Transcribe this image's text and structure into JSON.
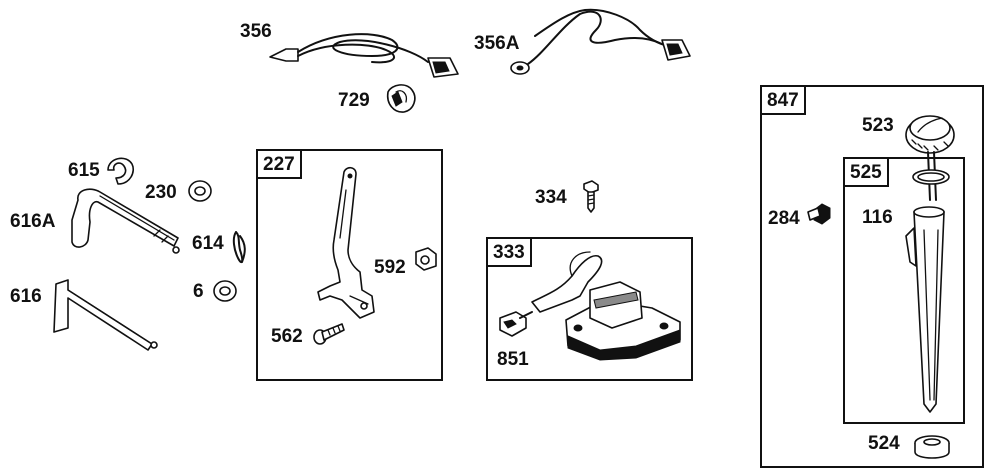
{
  "diagram": {
    "boxes": [
      {
        "id": "227",
        "label": "227"
      },
      {
        "id": "333",
        "label": "333"
      },
      {
        "id": "847",
        "label": "847"
      },
      {
        "id": "525",
        "label": "525"
      }
    ],
    "parts": [
      {
        "id": "356",
        "label": "356"
      },
      {
        "id": "356A",
        "label": "356A"
      },
      {
        "id": "729",
        "label": "729"
      },
      {
        "id": "615",
        "label": "615"
      },
      {
        "id": "230",
        "label": "230"
      },
      {
        "id": "616A",
        "label": "616A"
      },
      {
        "id": "614",
        "label": "614"
      },
      {
        "id": "616",
        "label": "616"
      },
      {
        "id": "6",
        "label": "6"
      },
      {
        "id": "592",
        "label": "592"
      },
      {
        "id": "562",
        "label": "562"
      },
      {
        "id": "334",
        "label": "334"
      },
      {
        "id": "851",
        "label": "851"
      },
      {
        "id": "523",
        "label": "523"
      },
      {
        "id": "284",
        "label": "284"
      },
      {
        "id": "116",
        "label": "116"
      },
      {
        "id": "524",
        "label": "524"
      }
    ]
  }
}
